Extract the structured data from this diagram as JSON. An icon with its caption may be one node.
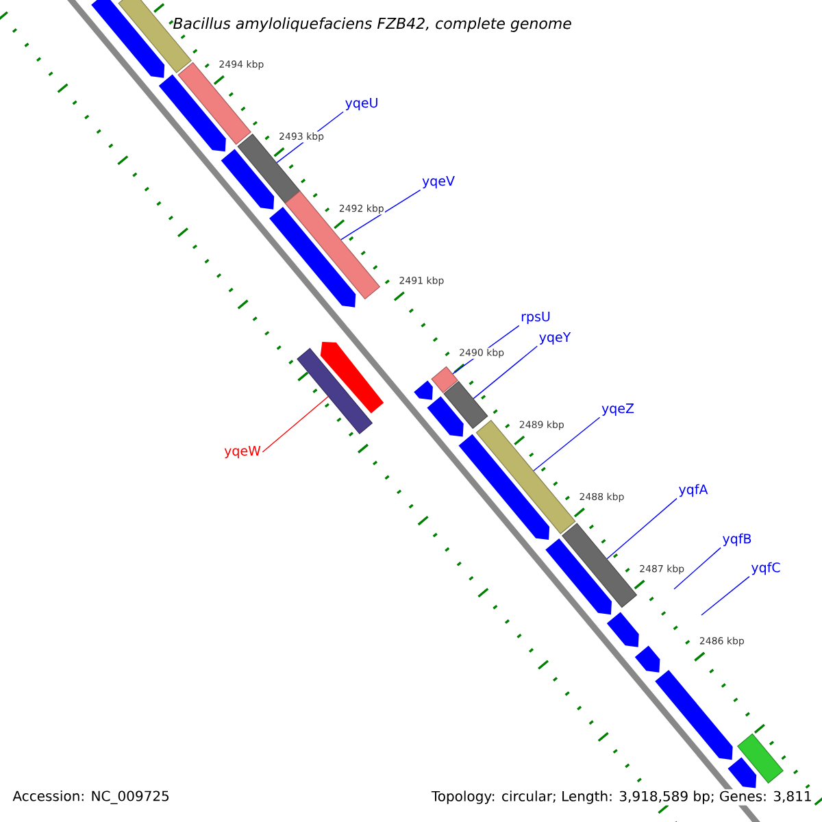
{
  "diagram": {
    "title": "Bacillus amyloliquefaciens FZB42, complete genome",
    "nodes": [
      {
        "text": [
          "yqeU"
        ]
      },
      {
        "text": [
          "yqeV"
        ]
      },
      {
        "text": [
          "rpsU"
        ]
      },
      {
        "text": [
          "yqeY"
        ]
      },
      {
        "text": [
          "yqeZ"
        ]
      },
      {
        "text": [
          "yqeW"
        ]
      },
      {
        "text": [
          "yqfA"
        ]
      },
      {
        "text": [
          "yqfB"
        ]
      },
      {
        "text": [
          "yqfC"
        ]
      },
      {
        "text": [],
        "shape": "bar"
      },
      {
        "text": [],
        "shape": "arrow"
      },
      {
        "text": [],
        "shape": "bar"
      },
      {
        "text": [],
        "shape": "arrow"
      },
      {
        "text": [],
        "shape": "bar"
      },
      {
        "text": [],
        "shape": "arrow"
      },
      {
        "text": [],
        "shape": "bar"
      },
      {
        "text": [],
        "shape": "arrow"
      },
      {
        "text": [],
        "shape": "arrow"
      },
      {
        "text": [],
        "shape": "bar"
      },
      {
        "text": [],
        "shape": "bar"
      },
      {
        "text": [],
        "shape": "arrow"
      },
      {
        "text": [],
        "shape": "bar"
      },
      {
        "text": [],
        "shape": "arrow"
      },
      {
        "text": [],
        "shape": "bar"
      },
      {
        "text": [],
        "shape": "arrow"
      },
      {
        "text": [],
        "shape": "bar"
      },
      {
        "text": [],
        "shape": "arrow"
      },
      {
        "text": [],
        "shape": "arrow"
      },
      {
        "text": [],
        "shape": "arrow"
      },
      {
        "text": [],
        "shape": "arrow"
      },
      {
        "text": [],
        "shape": "bar"
      },
      {
        "text": [],
        "shape": "arrow"
      }
    ],
    "edges": [
      {
        "from": 0,
        "to": 13,
        "arrow": "none"
      },
      {
        "from": 1,
        "to": 15,
        "arrow": "none"
      },
      {
        "from": 2,
        "to": 19,
        "arrow": "none"
      },
      {
        "from": 3,
        "to": 21,
        "arrow": "none"
      },
      {
        "from": 4,
        "to": 23,
        "arrow": "none"
      },
      {
        "from": 5,
        "to": 18,
        "arrow": "none",
        "color": "#ff0000"
      },
      {
        "from": 6,
        "to": 25,
        "arrow": "none"
      },
      {
        "from": 7,
        "to": null,
        "arrow": "none"
      },
      {
        "from": 8,
        "to": null,
        "arrow": "none"
      }
    ],
    "labels": [
      "2494 kbp",
      "2493 kbp",
      "2492 kbp",
      "2491 kbp",
      "2490 kbp",
      "2489 kbp",
      "2488 kbp",
      "2487 kbp",
      "2486 kbp",
      "Accession: NC_009725",
      "Topology: circular; Length: 3,918,589 bp; Genes: 3,811"
    ]
  }
}
